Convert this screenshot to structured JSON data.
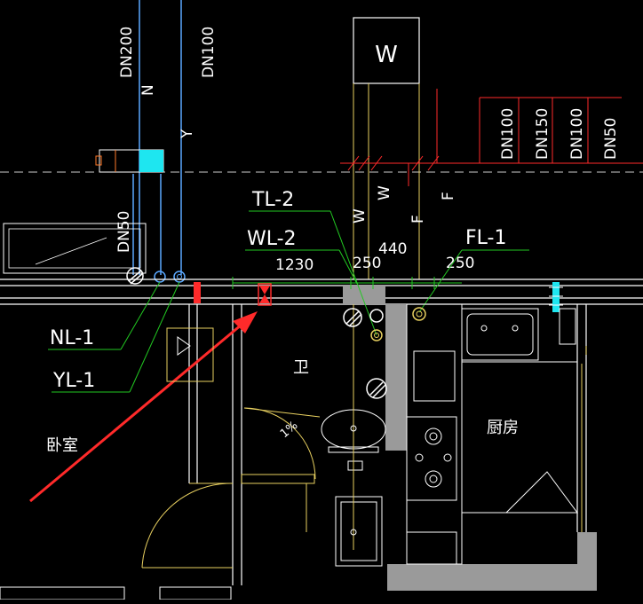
{
  "colors": {
    "background": "#000000",
    "wall": "#ffffff",
    "pipe_blue": "#5aa8ff",
    "pipe_green": "#22c922",
    "fixture_yellow": "#e8d060",
    "riser_red": "#ff2a2a",
    "fill_cyan": "#1ee6f0",
    "fill_gray": "#9a9a9a",
    "dim_white": "#ffffff"
  },
  "labels": {
    "dn200": "DN200",
    "dn100_top": "DN100",
    "n_mark": "N",
    "y_mark": "Y",
    "w_box": "W",
    "dn100_a": "DN100",
    "dn150": "DN150",
    "dn100_b": "DN100",
    "dn50_right": "DN50",
    "w_riser_1": "W",
    "w_riser_2": "W",
    "f_riser_1": "F",
    "f_riser_2": "F",
    "dn50_left": "DN50",
    "tl2": "TL-2",
    "wl2": "WL-2",
    "fl1": "FL-1",
    "nl1": "NL-1",
    "yl1": "YL-1",
    "dim_1230": "1230",
    "dim_250_a": "250",
    "dim_440": "440",
    "dim_250_b": "250",
    "room_bedroom": "卧室",
    "room_bath": "卫",
    "room_kitchen": "厨房",
    "slope": "1%"
  }
}
